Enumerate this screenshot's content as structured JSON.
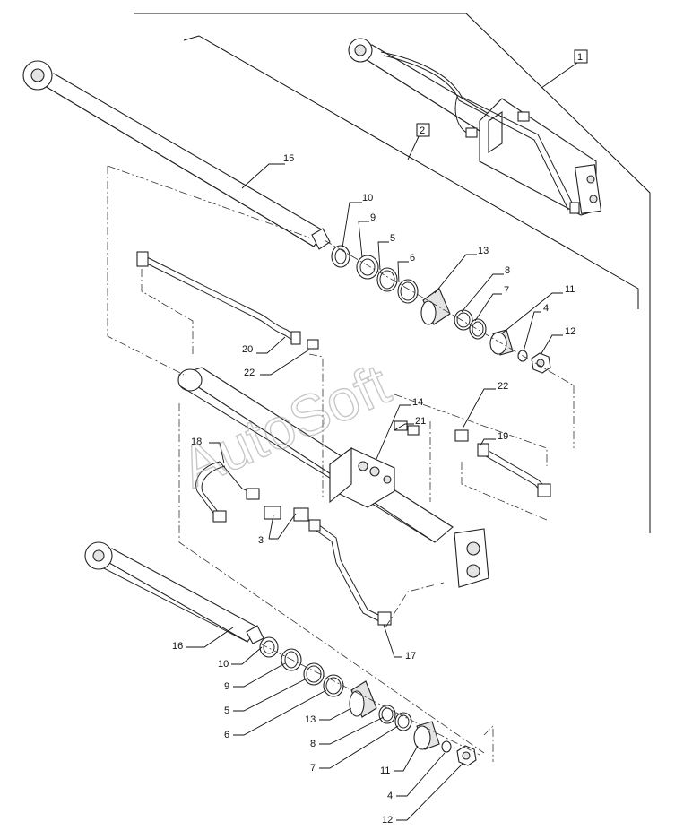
{
  "watermark": "AutoSoft",
  "callouts": {
    "boxed": [
      "1",
      "2"
    ],
    "upper": [
      "15",
      "10",
      "9",
      "5",
      "6",
      "13",
      "8",
      "7",
      "11",
      "4",
      "12",
      "20",
      "22"
    ],
    "middle": [
      "14",
      "21",
      "22",
      "19",
      "18",
      "3"
    ],
    "lower": [
      "16",
      "17",
      "10",
      "9",
      "5",
      "6",
      "13",
      "8",
      "7",
      "11",
      "4",
      "12"
    ]
  },
  "colors": {
    "line": "#222222",
    "shade": "#e4e4e4",
    "watermark": "#9a9a9a"
  }
}
